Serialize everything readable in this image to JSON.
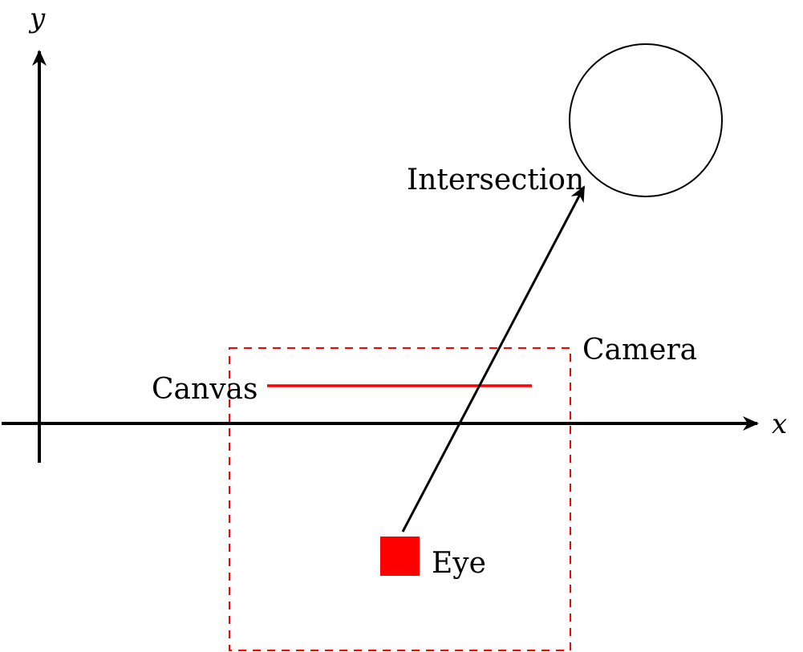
{
  "labels": {
    "x_axis": "x",
    "y_axis": "y",
    "intersection": "Intersection",
    "camera": "Camera",
    "canvas": "Canvas",
    "eye": "Eye"
  },
  "colors": {
    "axis": "#000000",
    "camera_box": "#ff0000",
    "canvas_line": "#ff0000",
    "eye_marker": "#ff0000",
    "ray": "#000000",
    "object": "#000000"
  },
  "icons": {
    "eye_marker": "filled-square",
    "object": "circle-outline"
  }
}
